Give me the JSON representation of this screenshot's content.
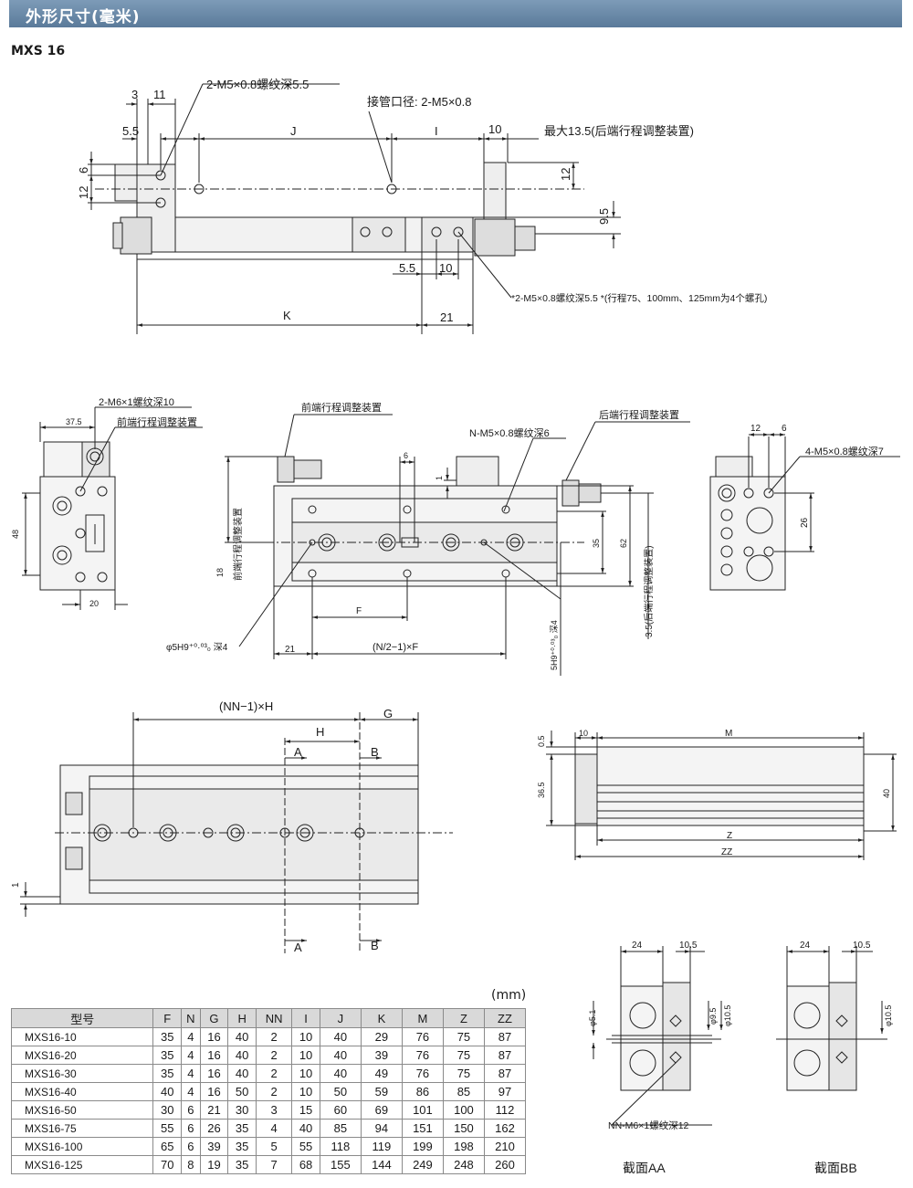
{
  "header": {
    "title": "外形尺寸(毫米)"
  },
  "model": "MXS 16",
  "unit": "(mm)",
  "top_view": {
    "d_3": "3",
    "d_11": "11",
    "d_55a": "5.5",
    "d_J": "J",
    "d_I": "I",
    "d_10a": "10",
    "d_6": "6",
    "d_12a": "12",
    "d_12b": "12",
    "d_95": "9.5",
    "d_55b": "5.5",
    "d_10b": "10",
    "d_K": "K",
    "d_21": "21",
    "note_thread": "2-M5×0.8螺纹深5.5",
    "note_port": "接管口径: 2-M5×0.8",
    "note_max": "最大13.5(后端行程调整装置)",
    "note_star": "*2-M5×0.8螺纹深5.5  *(行程75、100mm、125mm为4个螺孔)"
  },
  "mid_left": {
    "note_thread": "2-M6×1螺纹深10",
    "d_375": "37.5",
    "note_adjust": "前端行程调整装置",
    "d_48": "48",
    "d_20": "20"
  },
  "mid_center": {
    "note_front": "前端行程调整装置",
    "note_rear": "后端行程调整装置",
    "note_thread": "N-M5×0.8螺纹深6",
    "d_6": "6",
    "d_1": "1",
    "d_18": "18",
    "side_front": "前端行程调整装置",
    "d_35": "35",
    "d_62": "62",
    "side_rear": "3.5(后端行程调整装置)",
    "d_F": "F",
    "d_21": "21",
    "formula": "(N/2−1)×F",
    "note_hole": "φ5H9⁺⁰·⁰³₀ 深4",
    "note_hole2": "5H9⁺⁰·⁰³₀ 深4"
  },
  "mid_right": {
    "d_12": "12",
    "d_6": "6",
    "note_thread": "4-M5×0.8螺纹深7",
    "d_26": "26"
  },
  "bottom_left": {
    "d_NNH": "(NN−1)×H",
    "d_G": "G",
    "d_H": "H",
    "lbl_A": "A",
    "lbl_B": "B",
    "d_1": "1"
  },
  "bottom_right": {
    "d_05": "0.5",
    "d_10": "10",
    "d_M": "M",
    "d_365": "36.5",
    "d_40": "40",
    "d_Z": "Z",
    "d_ZZ": "ZZ"
  },
  "sections": {
    "aa_24": "24",
    "aa_105": "10.5",
    "aa_51": "φ5.1",
    "aa_95": "φ9.5",
    "aa_105b": "φ10.5",
    "aa_note": "NN-M6×1螺纹深12",
    "aa_title": "截面AA",
    "bb_24": "24",
    "bb_105": "10.5",
    "bb_105b": "φ10.5",
    "bb_title": "截面BB"
  },
  "table": {
    "headers": [
      "型号",
      "F",
      "N",
      "G",
      "H",
      "NN",
      "I",
      "J",
      "K",
      "M",
      "Z",
      "ZZ"
    ],
    "rows": [
      [
        "MXS16-10",
        "35",
        "4",
        "16",
        "40",
        "2",
        "10",
        "40",
        "29",
        "76",
        "75",
        "87"
      ],
      [
        "MXS16-20",
        "35",
        "4",
        "16",
        "40",
        "2",
        "10",
        "40",
        "39",
        "76",
        "75",
        "87"
      ],
      [
        "MXS16-30",
        "35",
        "4",
        "16",
        "40",
        "2",
        "10",
        "40",
        "49",
        "76",
        "75",
        "87"
      ],
      [
        "MXS16-40",
        "40",
        "4",
        "16",
        "50",
        "2",
        "10",
        "50",
        "59",
        "86",
        "85",
        "97"
      ],
      [
        "MXS16-50",
        "30",
        "6",
        "21",
        "30",
        "3",
        "15",
        "60",
        "69",
        "101",
        "100",
        "112"
      ],
      [
        "MXS16-75",
        "55",
        "6",
        "26",
        "35",
        "4",
        "40",
        "85",
        "94",
        "151",
        "150",
        "162"
      ],
      [
        "MXS16-100",
        "65",
        "6",
        "39",
        "35",
        "5",
        "55",
        "118",
        "119",
        "199",
        "198",
        "210"
      ],
      [
        "MXS16-125",
        "70",
        "8",
        "19",
        "35",
        "7",
        "68",
        "155",
        "144",
        "249",
        "248",
        "260"
      ]
    ]
  }
}
